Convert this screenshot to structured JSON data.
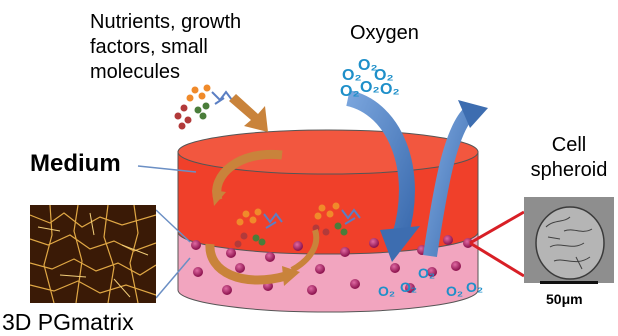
{
  "labels": {
    "nutrients_line1": "Nutrients, growth",
    "nutrients_line2": "factors, small",
    "nutrients_line3": "molecules",
    "oxygen": "Oxygen",
    "medium": "Medium",
    "cell_line1": "Cell",
    "cell_line2": "spheroid",
    "matrix": "3D PGmatrix",
    "scale": "50μm",
    "o2_mark": "O₂"
  },
  "colors": {
    "medium_red": "#f0402a",
    "medium_top": "#f2573f",
    "matrix_pink": "#f2a5bf",
    "cell_purple": "#b0256a",
    "arrow_brown": "#c9833b",
    "arrow_blue": "#4f7fc0",
    "o2_blue": "#1e8fc9"
  }
}
